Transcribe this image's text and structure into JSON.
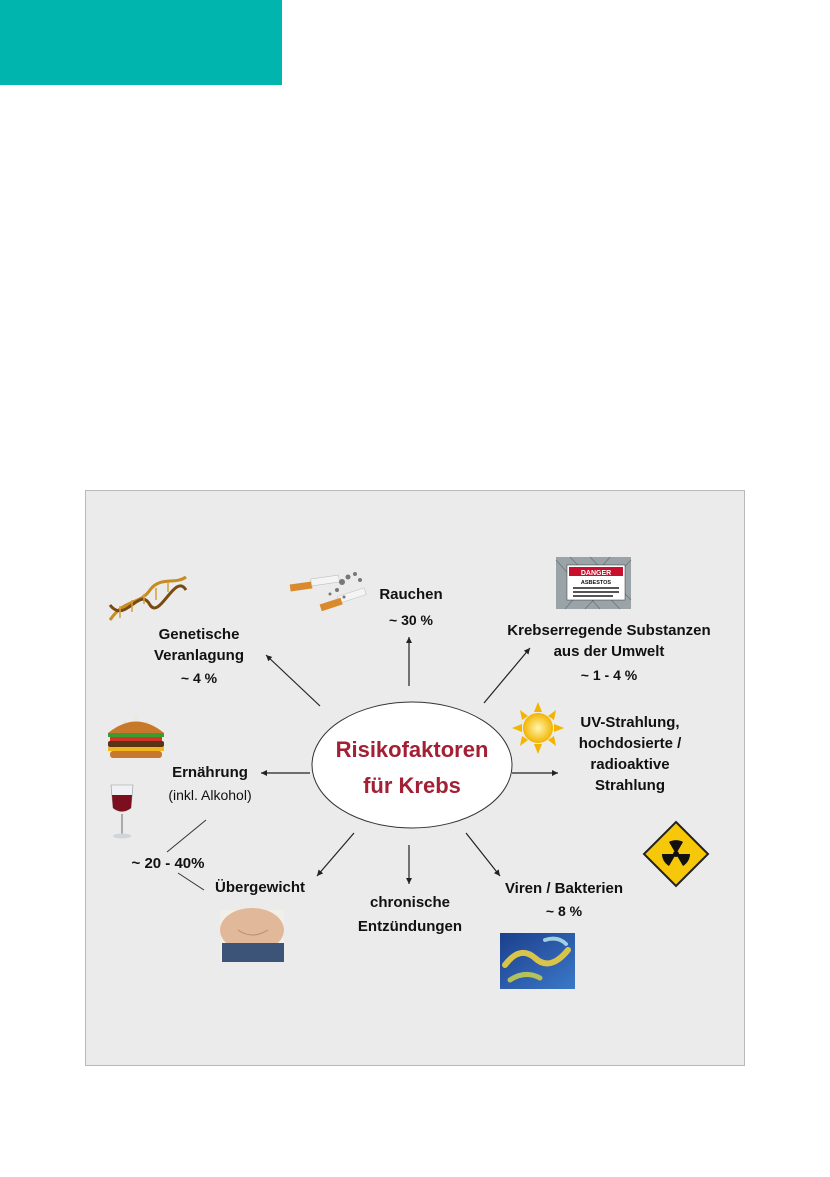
{
  "center": {
    "line1": "Risikofaktoren",
    "line2": "für Krebs",
    "color": "#a31f34"
  },
  "factors": {
    "rauchen": {
      "label": "Rauchen",
      "percent": "~ 30 %"
    },
    "substanzen": {
      "line1": "Krebserregende Substanzen",
      "line2": "aus der Umwelt",
      "percent": "~ 1 - 4 %"
    },
    "genetisch": {
      "line1": "Genetische",
      "line2": "Veranlagung",
      "percent": "~ 4 %"
    },
    "uv": {
      "line1": "UV-Strahlung,",
      "line2": "hochdosierte /",
      "line3": "radioaktive",
      "line4": "Strahlung"
    },
    "ernaehrung": {
      "label": "Ernährung",
      "sub": "(inkl. Alkohol)"
    },
    "uebergewicht": {
      "label": "Übergewicht"
    },
    "shared_percent": "~ 20 - 40%",
    "entzuendungen": {
      "line1": "chronische",
      "line2": "Entzündungen"
    },
    "viren": {
      "label": "Viren / Bakterien",
      "percent": "~ 8 %"
    }
  },
  "sign_text": {
    "danger": "DANGER",
    "asbestos": "ASBESTOS"
  },
  "icons": [
    "dna-icon",
    "cigarette-icon",
    "danger-sign-icon",
    "burger-icon",
    "wine-glass-icon",
    "sun-icon",
    "radiation-icon",
    "belly-icon",
    "bacteria-icon"
  ],
  "colors": {
    "accent_block": "#00b5ad",
    "panel": "#ebebeb"
  }
}
